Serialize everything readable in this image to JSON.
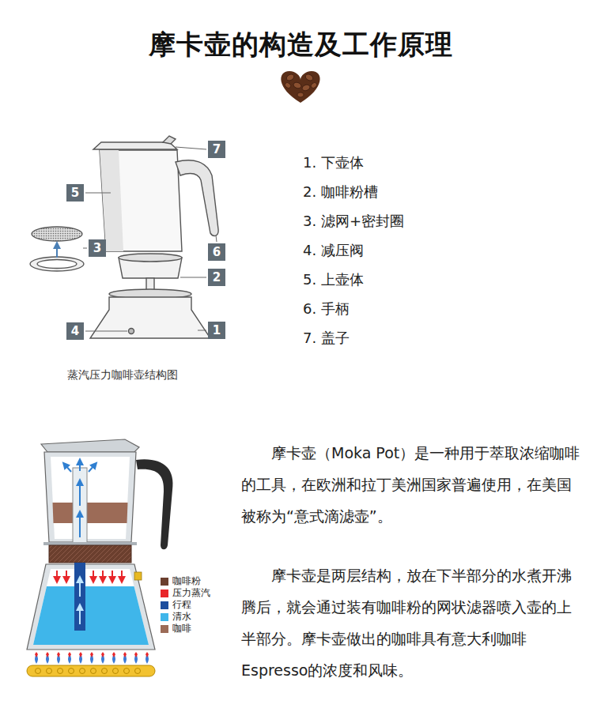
{
  "diagram": {
    "title": "摩卡壶的构造及工作原理",
    "caption": "蒸汽压力咖啡壶结构图",
    "nodes": [
      {
        "text": [
          "7"
        ]
      },
      {
        "text": [
          "5"
        ]
      },
      {
        "text": [
          "3"
        ]
      },
      {
        "text": [
          "6"
        ]
      },
      {
        "text": [
          "2"
        ]
      },
      {
        "text": [
          "4"
        ]
      },
      {
        "text": [
          "1"
        ]
      }
    ],
    "labels": [
      "1. 下壶体",
      "2. 咖啡粉槽",
      "3. 滤网+密封圈",
      "4. 减压阀",
      "5. 上壶体",
      "6. 手柄",
      "7. 盖子",
      "摩卡壶（Moka Pot）是一种用于萃取浓缩咖啡的工具，在欧洲和拉丁美洲国家普遍使用，在美国被称为“意式滴滤壶”。",
      "摩卡壶是两层结构，放在下半部分的水煮开沸腾后，就会通过装有咖啡粉的网状滤器喷入壶的上半部分。摩卡壶做出的咖啡具有意大利咖啡Espresso的浓度和风味。"
    ],
    "legend": [
      {
        "text": "咖啡粉",
        "color": "#6b3f2e"
      },
      {
        "text": "压力蒸汽",
        "color": "#e8262a"
      },
      {
        "text": "行程",
        "color": "#1d4e9e"
      },
      {
        "text": "清水",
        "color": "#3fb6ea"
      },
      {
        "text": "咖啡",
        "color": "#9c6b57"
      }
    ]
  }
}
